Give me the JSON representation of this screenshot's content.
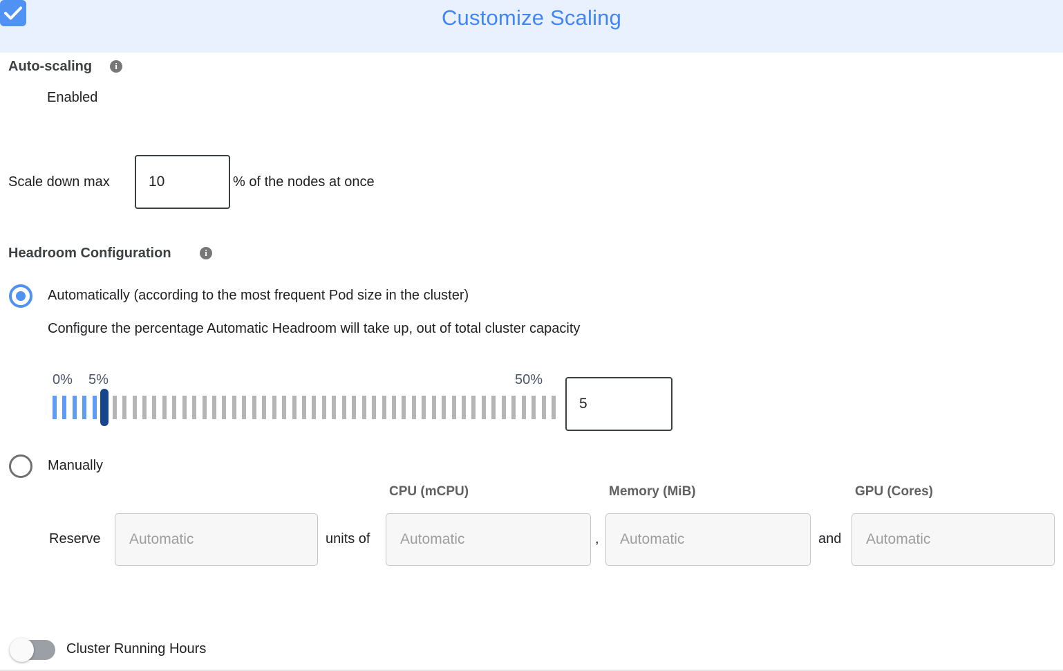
{
  "header": {
    "title": "Customize Scaling",
    "band_color": "#eaf1fe",
    "title_color": "#4285f4"
  },
  "autoscaling": {
    "section_label": "Auto-scaling",
    "info_icon": "info-icon",
    "checkbox_label": "Enabled",
    "checkbox_checked": true,
    "checkbox_color": "#5092f3",
    "scale_down_prefix": "Scale down max",
    "scale_down_value": "10",
    "scale_down_suffix": "% of the nodes at once"
  },
  "headroom": {
    "section_label": "Headroom Configuration",
    "info_icon": "info-icon",
    "option_auto_label": "Automatically (according to the most frequent Pod size in the cluster)",
    "option_auto_selected": true,
    "auto_description": "Configure the percentage Automatic Headroom will take up, out of total cluster capacity",
    "slider": {
      "min_label": "0%",
      "current_label": "5%",
      "max_label": "50%",
      "min": 0,
      "max": 50,
      "value": 5,
      "ticks": 51,
      "filled_color": "#5e9cf5",
      "empty_color": "#b5b5b5",
      "thumb_color": "#17468f"
    },
    "percent_input_value": "5",
    "option_manual_label": "Manually",
    "option_manual_selected": false,
    "manual": {
      "reserve_label": "Reserve",
      "units_of_label": "units of",
      "comma_label": ",",
      "and_label": "and",
      "col_cpu": "CPU (mCPU)",
      "col_memory": "Memory (MiB)",
      "col_gpu": "GPU (Cores)",
      "units_placeholder": "Automatic",
      "cpu_placeholder": "Automatic",
      "memory_placeholder": "Automatic",
      "gpu_placeholder": "Automatic",
      "units_value": "",
      "cpu_value": "",
      "memory_value": "",
      "gpu_value": ""
    }
  },
  "cluster_running_hours": {
    "label": "Cluster Running Hours",
    "enabled": false,
    "track_color": "#9aa0a6"
  }
}
